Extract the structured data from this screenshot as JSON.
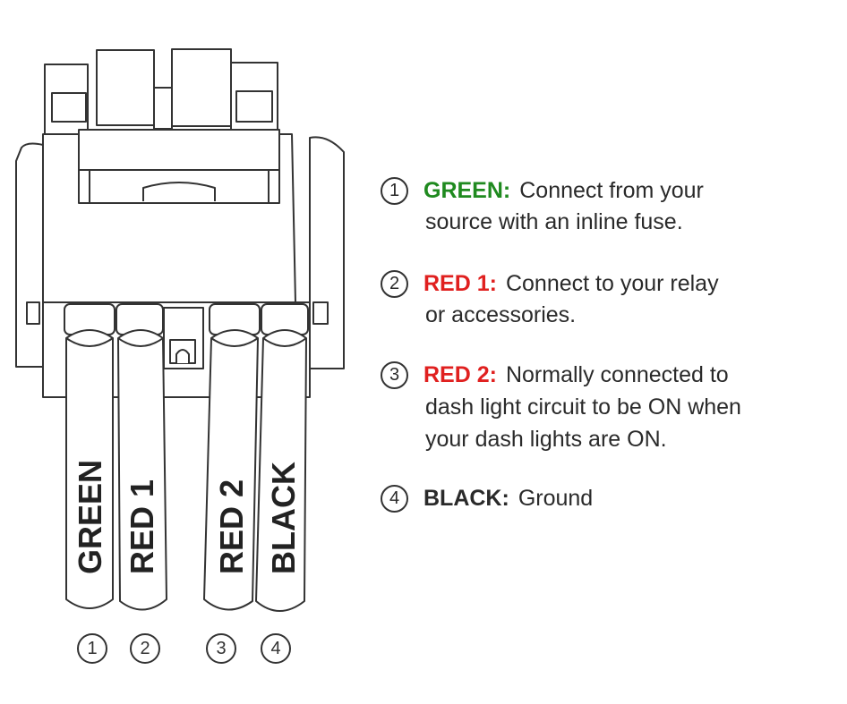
{
  "wires": [
    {
      "num": "1",
      "label": "GREEN"
    },
    {
      "num": "2",
      "label": "RED 1"
    },
    {
      "num": "3",
      "label": "RED 2"
    },
    {
      "num": "4",
      "label": "BLACK"
    }
  ],
  "legend": [
    {
      "num": "1",
      "name": "GREEN:",
      "name_color": "#1f8a1f",
      "text": [
        "Connect from your",
        "source with an inline fuse."
      ]
    },
    {
      "num": "2",
      "name": "RED 1:",
      "name_color": "#e0201f",
      "text": [
        "Connect to your relay",
        "or accessories."
      ]
    },
    {
      "num": "3",
      "name": "RED 2:",
      "name_color": "#e0201f",
      "text": [
        "Normally connected to",
        "dash light circuit to be ON when",
        "your dash lights are ON."
      ]
    },
    {
      "num": "4",
      "name": "BLACK:",
      "name_color": "#2a2a2a",
      "text": [
        "Ground"
      ]
    }
  ],
  "colors": {
    "stroke": "#333333",
    "fill": "#ffffff"
  }
}
